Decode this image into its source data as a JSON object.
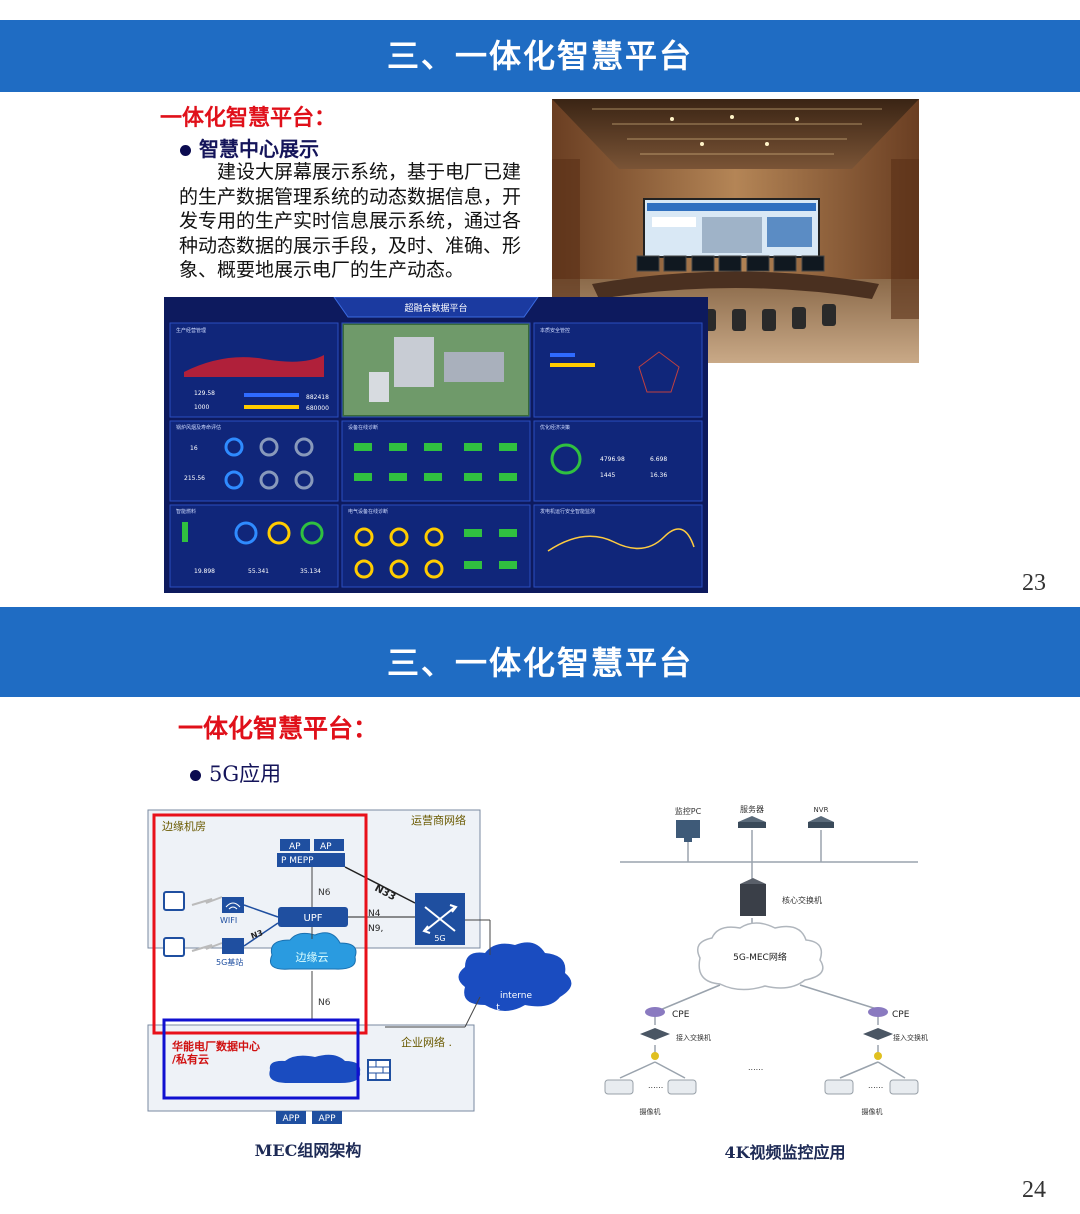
{
  "slide23": {
    "banner": "三、一体化智慧平台",
    "section_title": "一体化智慧平台：",
    "bullet": "智慧中心展示",
    "paragraph_lines": [
      "　　建设大屏幕展示系统，基于电厂已建",
      "的生产数据管理系统的动态数据信息，开",
      "发专用的生产实时信息展示系统，通过各",
      "种动态数据的展示手段，及时、准确、形",
      "象、概要地展示电厂的生产动态。"
    ],
    "dashboard": {
      "title": "超融合数据平台",
      "panels": [
        "生产经营管理",
        "本质安全管控",
        "锅炉风烟及寿命评估",
        "设备在线诊断",
        "优化经济决策",
        "智能燃料",
        "电气设备在线诊断",
        "发电机运行安全智能监测"
      ],
      "values": [
        "129.58",
        "1000",
        "882418",
        "680000",
        "16",
        "215.56",
        "4796.98",
        "6.698",
        "1445",
        "16.36",
        "19.898",
        "55.341",
        "35.134"
      ]
    },
    "page_number": "23"
  },
  "slide24": {
    "banner": "三、一体化智慧平台",
    "section_title": "一体化智慧平台：",
    "bullet": "5G应用",
    "mec": {
      "edge_room": "边缘机房",
      "operator_network": "运营商网络",
      "ap1": "AP",
      "ap2": "AP",
      "mep": "P    MEPP",
      "n6_top": "N6",
      "upf": "UPF",
      "n33": "N33",
      "n4": "N4",
      "n9": "N9,",
      "wifi": "WIFI",
      "base_station": "5G基站",
      "n3": "N3",
      "edge_cloud": "边缘云",
      "core_label": "5G",
      "n6_bottom": "N6",
      "internet": "interne\nt",
      "dc_line1": "华能电厂数据中心",
      "dc_line2": "/私有云",
      "enterprise_network": "企业网络 .",
      "app1": "APP",
      "app2": "APP",
      "caption": "MEC组网架构"
    },
    "video": {
      "monitor_pc": "监控PC",
      "server": "服务器",
      "nvr": "NVR",
      "core_switch": "核心交换机",
      "cloud": "5G-MEC网络",
      "cpe_left": "CPE",
      "cpe_right": "CPE",
      "access_left": "接入交换机",
      "access_right": "接入交换机",
      "camera_left": "摄像机",
      "camera_right": "摄像机",
      "dots": "......",
      "caption": "4K视频监控应用"
    },
    "page_number": "24"
  },
  "colors": {
    "banner": "#1f6cc3",
    "title_red": "#e0101a",
    "dash_bg": "#0d1a5e",
    "red_box": "#e8101a",
    "blue_box": "#1010d0"
  }
}
